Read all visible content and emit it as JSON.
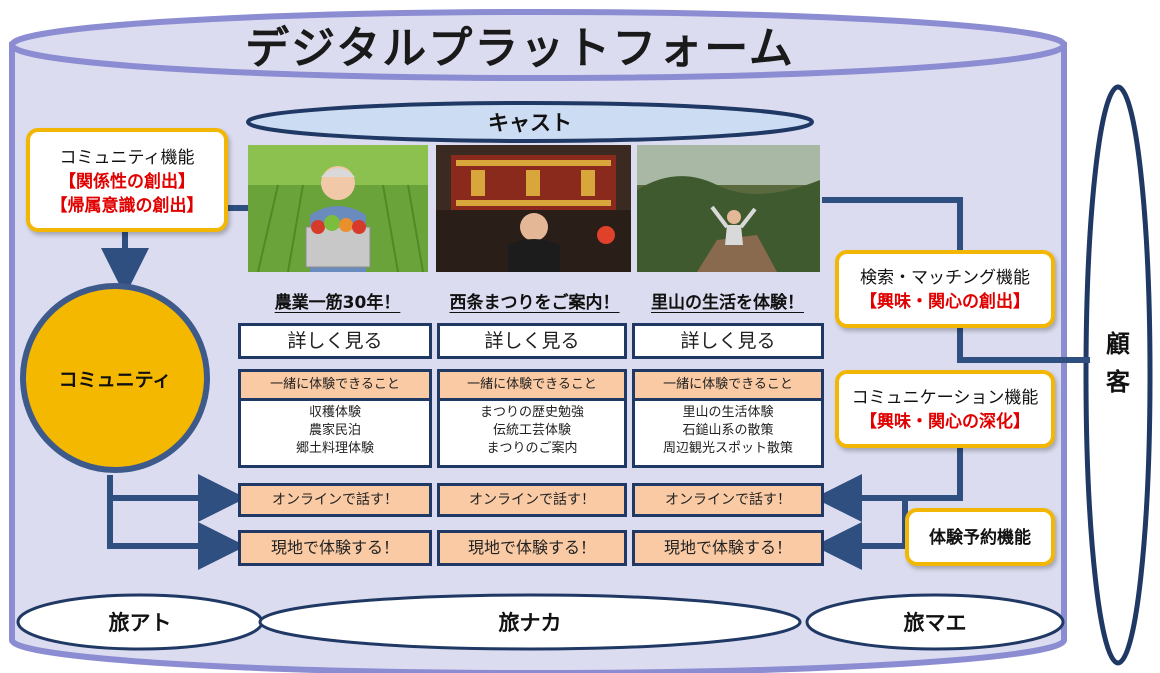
{
  "platform_title": "デジタルプラットフォーム",
  "cast_label": "キャスト",
  "features": {
    "community": {
      "name": "コミュニティ機能",
      "lines": [
        "【関係性の創出】",
        "【帰属意識の創出】"
      ]
    },
    "matching": {
      "name": "検索・マッチング機能",
      "line": "【興味・関心の創出】"
    },
    "communication": {
      "name": "コミュニケーション機能",
      "line": "【興味・関心の深化】"
    },
    "reservation": {
      "name": "体験予約機能"
    }
  },
  "community_label": "コミュニティ",
  "customer_label": "顧客",
  "casts": [
    {
      "title": "農業一筋30年！",
      "details_label": "詳しく見る",
      "experience_header": "一緒に体験できること",
      "experiences": [
        "収穫体験",
        "農家民泊",
        "郷土料理体験"
      ],
      "online_label": "オンラインで話す！",
      "onsite_label": "現地で体験する！"
    },
    {
      "title": "西条まつりをご案内！",
      "details_label": "詳しく見る",
      "experience_header": "一緒に体験できること",
      "experiences": [
        "まつりの歴史勉強",
        "伝統工芸体験",
        "まつりのご案内"
      ],
      "online_label": "オンラインで話す！",
      "onsite_label": "現地で体験する！"
    },
    {
      "title": "里山の生活を体験！",
      "details_label": "詳しく見る",
      "experience_header": "一緒に体験できること",
      "experiences": [
        "里山の生活体験",
        "石鎚山系の散策",
        "周辺観光スポット散策"
      ],
      "online_label": "オンラインで話す！",
      "onsite_label": "現地で体験する！"
    }
  ],
  "journey": {
    "before": "旅アト",
    "during": "旅ナカ",
    "after": "旅マエ"
  },
  "colors": {
    "cylinder_fill": "#dcdcf0",
    "cylinder_edge": "#8c8cd2",
    "arrow": "#2f4f80",
    "accent_yellow": "#f2b705",
    "accent_red": "#e00000",
    "peach": "#f9caa4",
    "navy": "#1f3864"
  }
}
